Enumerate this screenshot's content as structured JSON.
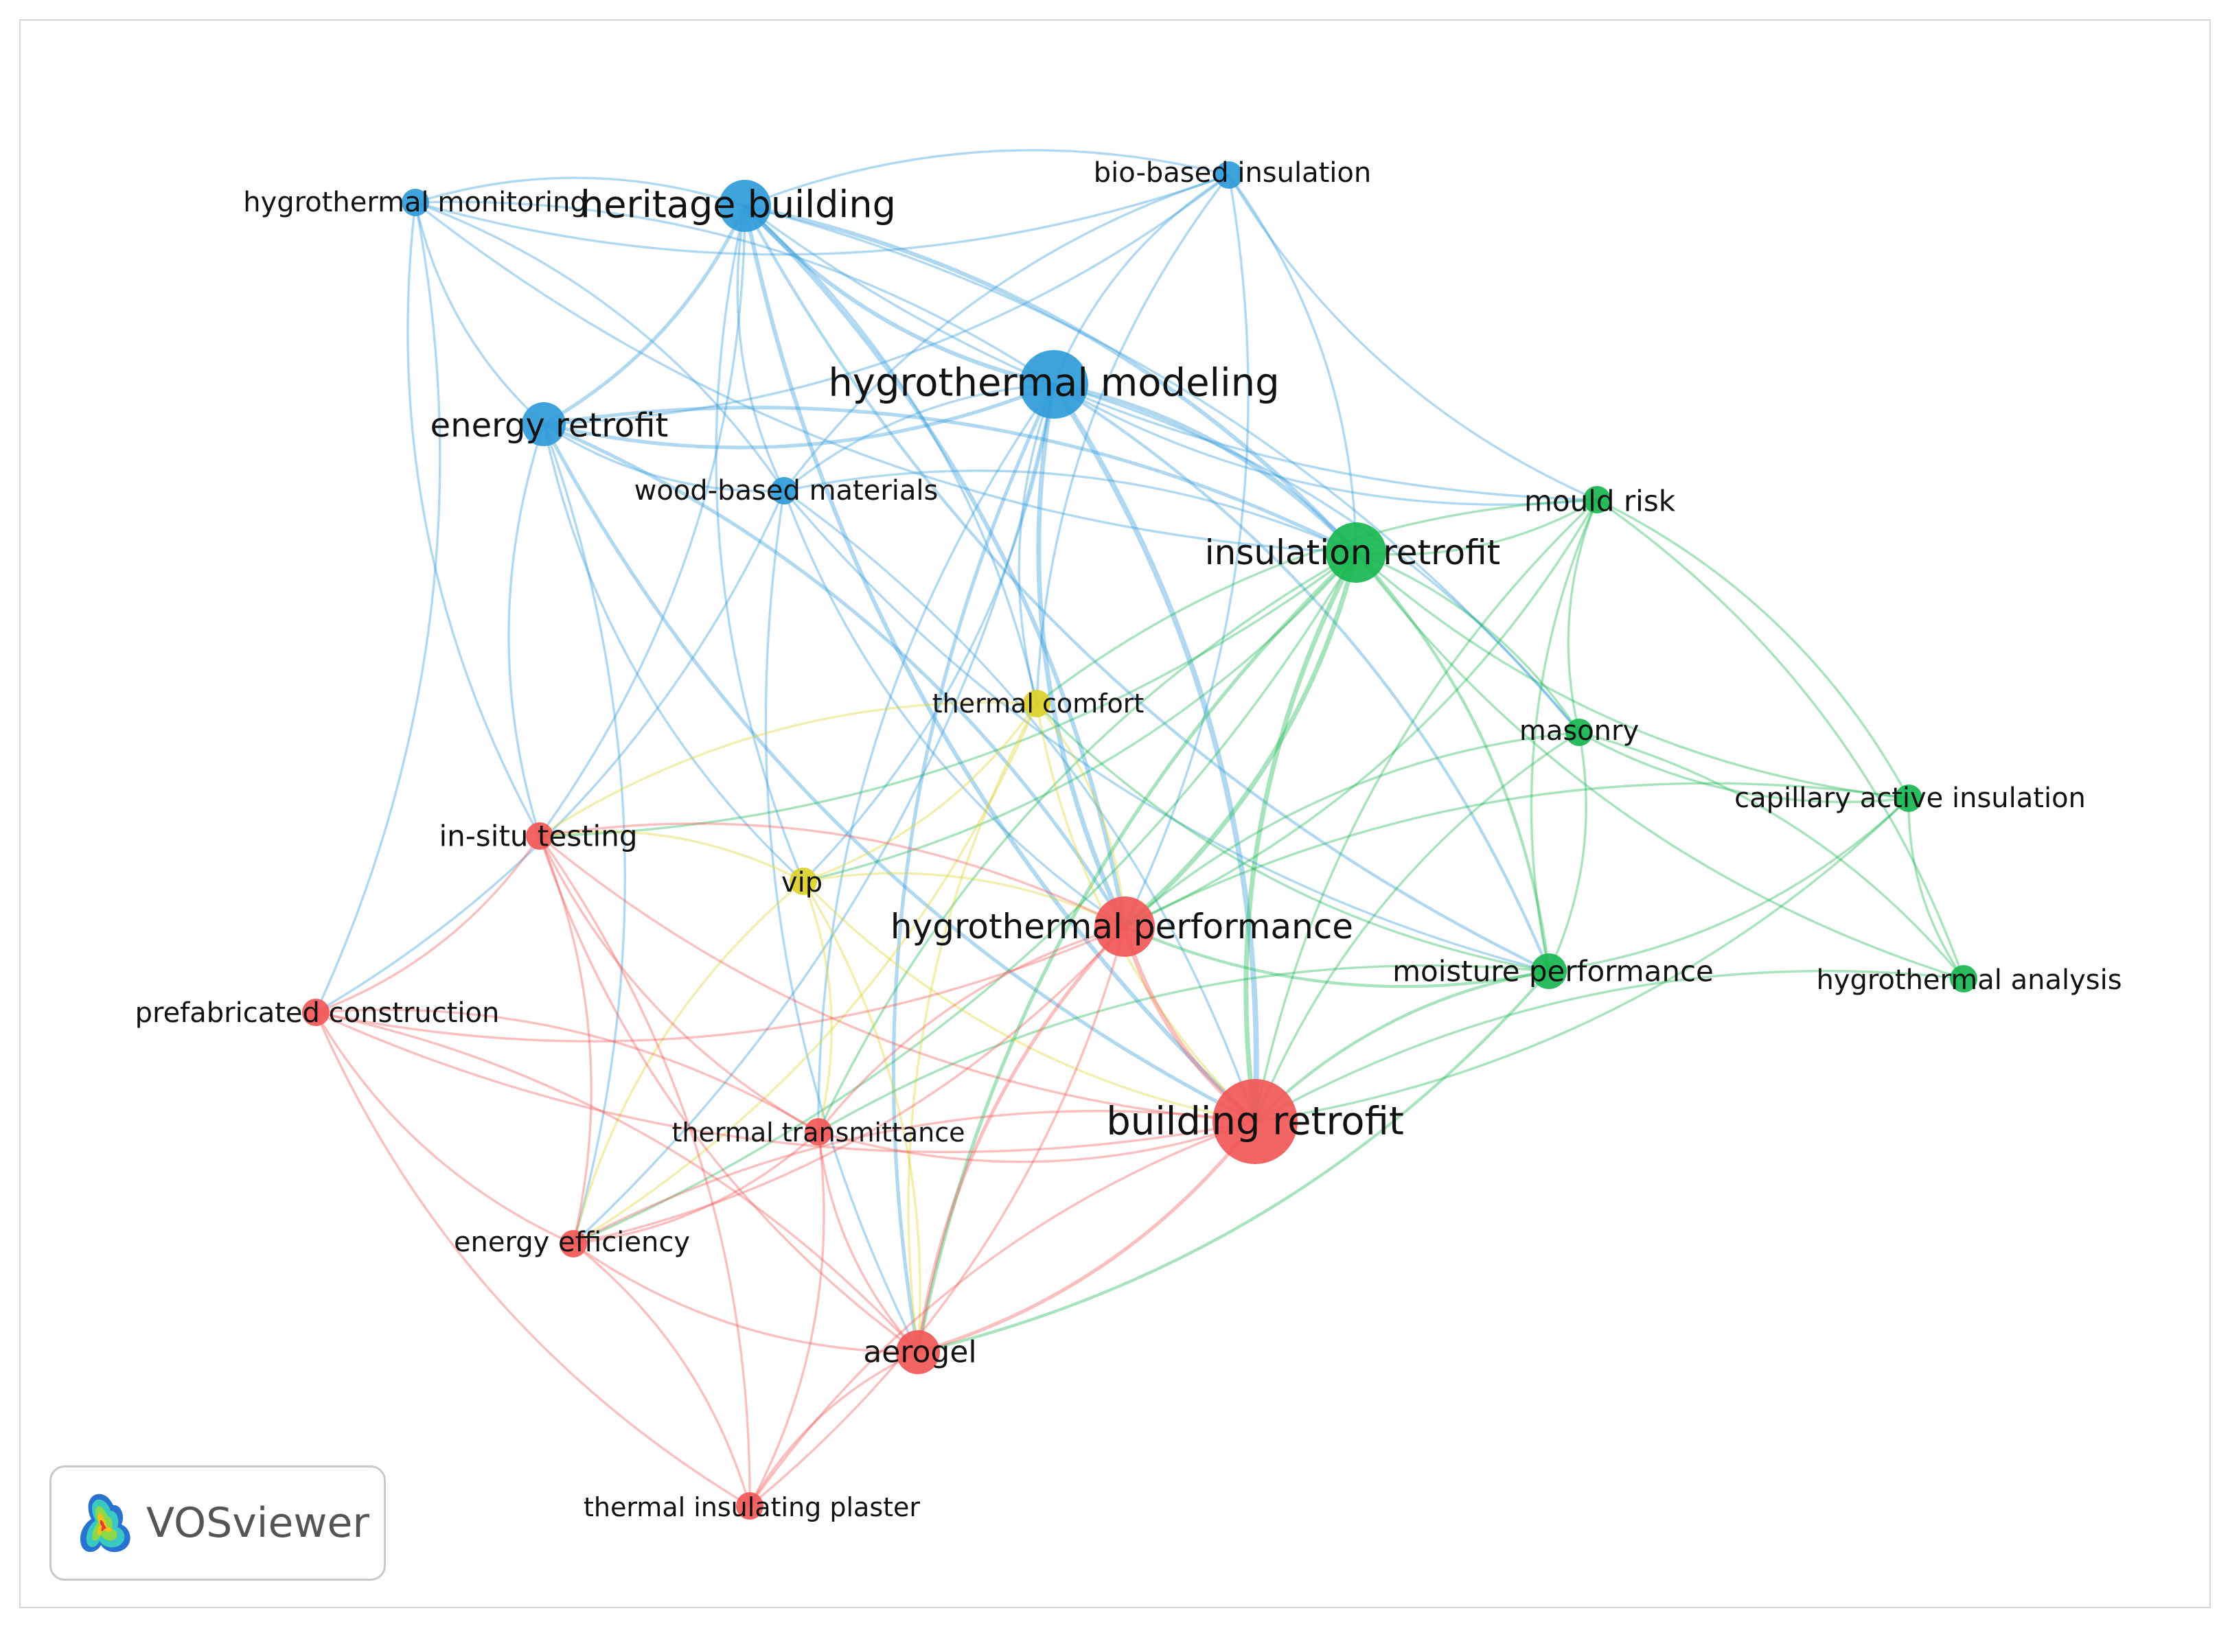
{
  "viewer": {
    "brand": "VOSviewer"
  },
  "colors": {
    "cluster_red": "#f25757",
    "cluster_green": "#18b650",
    "cluster_blue": "#2f9bd9",
    "cluster_yellow": "#dcd12a"
  },
  "nodes": [
    {
      "id": "hygrothermal-monitoring",
      "label": "hygrothermal monitoring",
      "cluster": "blue",
      "weight": 1
    },
    {
      "id": "heritage-building",
      "label": "heritage building",
      "cluster": "blue",
      "weight": 4
    },
    {
      "id": "bio-based-insulation",
      "label": "bio-based insulation",
      "cluster": "blue",
      "weight": 1
    },
    {
      "id": "hygrothermal-modeling",
      "label": "hygrothermal modeling",
      "cluster": "blue",
      "weight": 6
    },
    {
      "id": "energy-retrofit",
      "label": "energy retrofit",
      "cluster": "blue",
      "weight": 3
    },
    {
      "id": "wood-based-materials",
      "label": "wood-based materials",
      "cluster": "blue",
      "weight": 1
    },
    {
      "id": "mould-risk",
      "label": "mould risk",
      "cluster": "green",
      "weight": 1
    },
    {
      "id": "insulation-retrofit",
      "label": "insulation retrofit",
      "cluster": "green",
      "weight": 5
    },
    {
      "id": "masonry",
      "label": "masonry",
      "cluster": "green",
      "weight": 1
    },
    {
      "id": "capillary-active-insulation",
      "label": "capillary active insulation",
      "cluster": "green",
      "weight": 1
    },
    {
      "id": "moisture-performance",
      "label": "moisture performance",
      "cluster": "green",
      "weight": 2
    },
    {
      "id": "hygrothermal-analysis",
      "label": "hygrothermal analysis",
      "cluster": "green",
      "weight": 1
    },
    {
      "id": "thermal-comfort",
      "label": "thermal comfort",
      "cluster": "yellow",
      "weight": 1
    },
    {
      "id": "vip",
      "label": "vip",
      "cluster": "yellow",
      "weight": 1
    },
    {
      "id": "in-situ-testing",
      "label": "in-situ testing",
      "cluster": "red",
      "weight": 1
    },
    {
      "id": "hygrothermal-performance",
      "label": "hygrothermal performance",
      "cluster": "red",
      "weight": 5
    },
    {
      "id": "prefabricated-construction",
      "label": "prefabricated construction",
      "cluster": "red",
      "weight": 1
    },
    {
      "id": "building-retrofit",
      "label": "building retrofit",
      "cluster": "red",
      "weight": 8
    },
    {
      "id": "thermal-transmittance",
      "label": "thermal transmittance",
      "cluster": "red",
      "weight": 1
    },
    {
      "id": "energy-efficiency",
      "label": "energy efficiency",
      "cluster": "red",
      "weight": 1
    },
    {
      "id": "aerogel",
      "label": "aerogel",
      "cluster": "red",
      "weight": 3
    },
    {
      "id": "thermal-insulating-plaster",
      "label": "thermal insulating plaster",
      "cluster": "red",
      "weight": 1
    }
  ],
  "links": [
    [
      "hygrothermal-monitoring",
      "heritage-building"
    ],
    [
      "hygrothermal-monitoring",
      "bio-based-insulation"
    ],
    [
      "hygrothermal-monitoring",
      "hygrothermal-modeling"
    ],
    [
      "hygrothermal-monitoring",
      "energy-retrofit"
    ],
    [
      "hygrothermal-monitoring",
      "wood-based-materials"
    ],
    [
      "hygrothermal-monitoring",
      "in-situ-testing"
    ],
    [
      "hygrothermal-monitoring",
      "prefabricated-construction"
    ],
    [
      "hygrothermal-monitoring",
      "insulation-retrofit"
    ],
    [
      "heritage-building",
      "bio-based-insulation"
    ],
    [
      "heritage-building",
      "hygrothermal-modeling"
    ],
    [
      "heritage-building",
      "energy-retrofit"
    ],
    [
      "heritage-building",
      "wood-based-materials"
    ],
    [
      "heritage-building",
      "insulation-retrofit"
    ],
    [
      "heritage-building",
      "mould-risk"
    ],
    [
      "heritage-building",
      "hygrothermal-performance"
    ],
    [
      "heritage-building",
      "building-retrofit"
    ],
    [
      "heritage-building",
      "thermal-comfort"
    ],
    [
      "heritage-building",
      "vip"
    ],
    [
      "heritage-building",
      "masonry"
    ],
    [
      "heritage-building",
      "moisture-performance"
    ],
    [
      "heritage-building",
      "in-situ-testing"
    ],
    [
      "bio-based-insulation",
      "hygrothermal-modeling"
    ],
    [
      "bio-based-insulation",
      "energy-retrofit"
    ],
    [
      "bio-based-insulation",
      "wood-based-materials"
    ],
    [
      "bio-based-insulation",
      "insulation-retrofit"
    ],
    [
      "bio-based-insulation",
      "mould-risk"
    ],
    [
      "bio-based-insulation",
      "hygrothermal-performance"
    ],
    [
      "bio-based-insulation",
      "thermal-comfort"
    ],
    [
      "hygrothermal-modeling",
      "energy-retrofit"
    ],
    [
      "hygrothermal-modeling",
      "wood-based-materials"
    ],
    [
      "hygrothermal-modeling",
      "insulation-retrofit"
    ],
    [
      "hygrothermal-modeling",
      "mould-risk"
    ],
    [
      "hygrothermal-modeling",
      "masonry"
    ],
    [
      "hygrothermal-modeling",
      "hygrothermal-performance"
    ],
    [
      "hygrothermal-modeling",
      "building-retrofit"
    ],
    [
      "hygrothermal-modeling",
      "thermal-comfort"
    ],
    [
      "hygrothermal-modeling",
      "vip"
    ],
    [
      "hygrothermal-modeling",
      "aerogel"
    ],
    [
      "hygrothermal-modeling",
      "moisture-performance"
    ],
    [
      "hygrothermal-modeling",
      "thermal-transmittance"
    ],
    [
      "hygrothermal-modeling",
      "energy-efficiency"
    ],
    [
      "energy-retrofit",
      "wood-based-materials"
    ],
    [
      "energy-retrofit",
      "insulation-retrofit"
    ],
    [
      "energy-retrofit",
      "in-situ-testing"
    ],
    [
      "energy-retrofit",
      "hygrothermal-performance"
    ],
    [
      "energy-retrofit",
      "building-retrofit"
    ],
    [
      "energy-retrofit",
      "energy-efficiency"
    ],
    [
      "energy-retrofit",
      "vip"
    ],
    [
      "wood-based-materials",
      "insulation-retrofit"
    ],
    [
      "wood-based-materials",
      "hygrothermal-performance"
    ],
    [
      "wood-based-materials",
      "building-retrofit"
    ],
    [
      "wood-based-materials",
      "moisture-performance"
    ],
    [
      "wood-based-materials",
      "prefabricated-construction"
    ],
    [
      "wood-based-materials",
      "aerogel"
    ],
    [
      "mould-risk",
      "insulation-retrofit"
    ],
    [
      "mould-risk",
      "masonry"
    ],
    [
      "mould-risk",
      "capillary-active-insulation"
    ],
    [
      "mould-risk",
      "moisture-performance"
    ],
    [
      "mould-risk",
      "hygrothermal-performance"
    ],
    [
      "mould-risk",
      "building-retrofit"
    ],
    [
      "mould-risk",
      "hygrothermal-analysis"
    ],
    [
      "mould-risk",
      "thermal-comfort"
    ],
    [
      "insulation-retrofit",
      "masonry"
    ],
    [
      "insulation-retrofit",
      "capillary-active-insulation"
    ],
    [
      "insulation-retrofit",
      "moisture-performance"
    ],
    [
      "insulation-retrofit",
      "hygrothermal-analysis"
    ],
    [
      "insulation-retrofit",
      "hygrothermal-performance"
    ],
    [
      "insulation-retrofit",
      "building-retrofit"
    ],
    [
      "insulation-retrofit",
      "in-situ-testing"
    ],
    [
      "insulation-retrofit",
      "aerogel"
    ],
    [
      "insulation-retrofit",
      "energy-efficiency"
    ],
    [
      "insulation-retrofit",
      "thermal-transmittance"
    ],
    [
      "insulation-retrofit",
      "vip"
    ],
    [
      "masonry",
      "capillary-active-insulation"
    ],
    [
      "masonry",
      "moisture-performance"
    ],
    [
      "masonry",
      "building-retrofit"
    ],
    [
      "masonry",
      "hygrothermal-analysis"
    ],
    [
      "masonry",
      "hygrothermal-performance"
    ],
    [
      "capillary-active-insulation",
      "moisture-performance"
    ],
    [
      "capillary-active-insulation",
      "hygrothermal-analysis"
    ],
    [
      "capillary-active-insulation",
      "building-retrofit"
    ],
    [
      "capillary-active-insulation",
      "hygrothermal-performance"
    ],
    [
      "moisture-performance",
      "hygrothermal-performance"
    ],
    [
      "moisture-performance",
      "building-retrofit"
    ],
    [
      "moisture-performance",
      "aerogel"
    ],
    [
      "moisture-performance",
      "thermal-transmittance"
    ],
    [
      "moisture-performance",
      "thermal-comfort"
    ],
    [
      "hygrothermal-analysis",
      "building-retrofit"
    ],
    [
      "thermal-comfort",
      "hygrothermal-performance"
    ],
    [
      "thermal-comfort",
      "building-retrofit"
    ],
    [
      "thermal-comfort",
      "vip"
    ],
    [
      "thermal-comfort",
      "aerogel"
    ],
    [
      "thermal-comfort",
      "energy-efficiency"
    ],
    [
      "thermal-comfort",
      "in-situ-testing"
    ],
    [
      "vip",
      "hygrothermal-performance"
    ],
    [
      "vip",
      "building-retrofit"
    ],
    [
      "vip",
      "aerogel"
    ],
    [
      "vip",
      "energy-efficiency"
    ],
    [
      "vip",
      "thermal-transmittance"
    ],
    [
      "vip",
      "in-situ-testing"
    ],
    [
      "in-situ-testing",
      "hygrothermal-performance"
    ],
    [
      "in-situ-testing",
      "building-retrofit"
    ],
    [
      "in-situ-testing",
      "prefabricated-construction"
    ],
    [
      "in-situ-testing",
      "thermal-transmittance"
    ],
    [
      "in-situ-testing",
      "energy-efficiency"
    ],
    [
      "in-situ-testing",
      "aerogel"
    ],
    [
      "in-situ-testing",
      "thermal-insulating-plaster"
    ],
    [
      "hygrothermal-performance",
      "building-retrofit"
    ],
    [
      "hygrothermal-performance",
      "prefabricated-construction"
    ],
    [
      "hygrothermal-performance",
      "thermal-transmittance"
    ],
    [
      "hygrothermal-performance",
      "energy-efficiency"
    ],
    [
      "hygrothermal-performance",
      "aerogel"
    ],
    [
      "hygrothermal-performance",
      "thermal-insulating-plaster"
    ],
    [
      "prefabricated-construction",
      "building-retrofit"
    ],
    [
      "prefabricated-construction",
      "thermal-transmittance"
    ],
    [
      "prefabricated-construction",
      "energy-efficiency"
    ],
    [
      "prefabricated-construction",
      "aerogel"
    ],
    [
      "prefabricated-construction",
      "thermal-insulating-plaster"
    ],
    [
      "building-retrofit",
      "thermal-transmittance"
    ],
    [
      "building-retrofit",
      "energy-efficiency"
    ],
    [
      "building-retrofit",
      "aerogel"
    ],
    [
      "building-retrofit",
      "thermal-insulating-plaster"
    ],
    [
      "thermal-transmittance",
      "energy-efficiency"
    ],
    [
      "thermal-transmittance",
      "aerogel"
    ],
    [
      "thermal-transmittance",
      "thermal-insulating-plaster"
    ],
    [
      "energy-efficiency",
      "aerogel"
    ],
    [
      "energy-efficiency",
      "thermal-insulating-plaster"
    ],
    [
      "aerogel",
      "thermal-insulating-plaster"
    ]
  ]
}
